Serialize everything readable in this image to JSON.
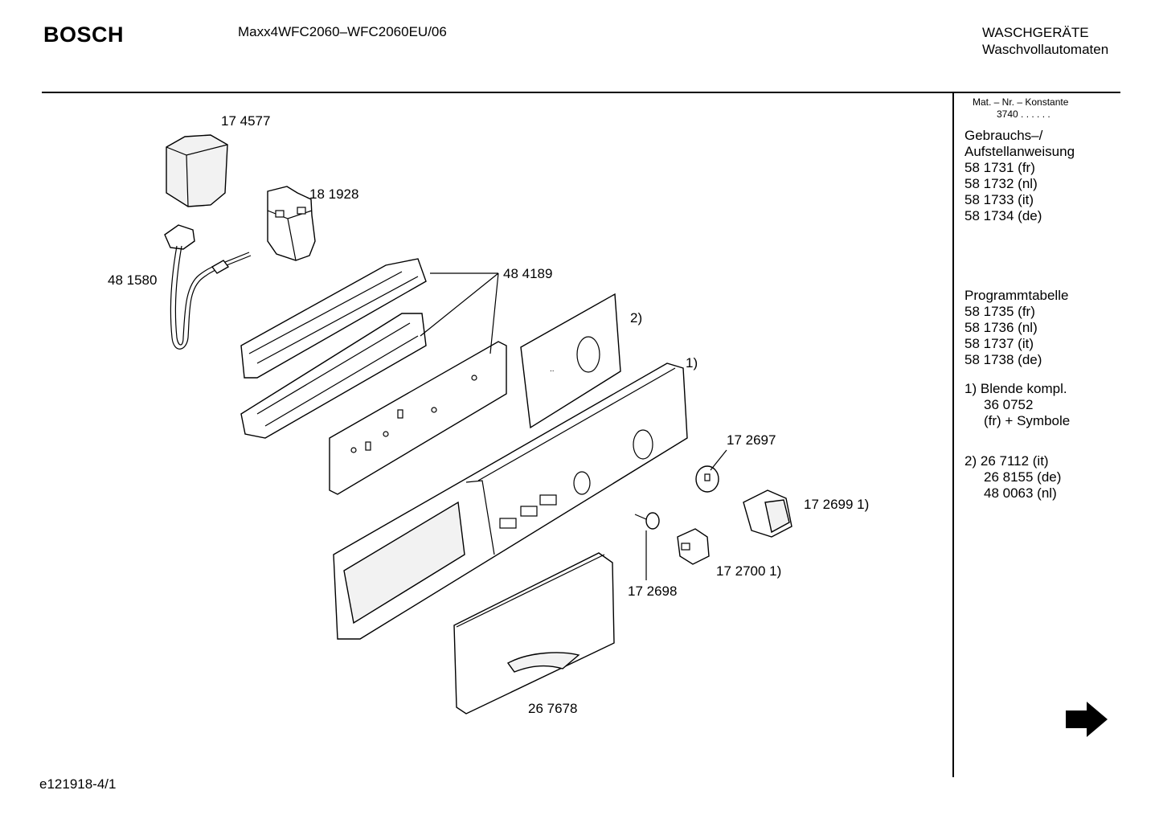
{
  "header": {
    "brand": "BOSCH",
    "model": "Maxx4WFC2060–WFC2060EU/06",
    "category_line1": "WASCHGERÄTE",
    "category_line2": "Waschvollautomaten"
  },
  "sidebar": {
    "mat_label": "Mat. – Nr. – Konstante",
    "mat_value": "3740 . . . . . .",
    "manual_title_1": "Gebrauchs–/",
    "manual_title_2": "Aufstellanweisung",
    "manual_items": [
      "58 1731 (fr)",
      "58 1732 (nl)",
      "58 1733 (it)",
      "58 1734 (de)"
    ],
    "program_title": "Programmtabelle",
    "program_items": [
      "58 1735 (fr)",
      "58 1736 (nl)",
      "58 1737 (it)",
      "58 1738 (de)"
    ],
    "note1_marker": "1)",
    "note1_line1": "Blende kompl.",
    "note1_line2": "36 0752",
    "note1_line3": "(fr) + Symbole",
    "note2_marker": "2)",
    "note2_line1": "26 7112 (it)",
    "note2_line2": "26 8155 (de)",
    "note2_line3": "48 0063 (nl)"
  },
  "parts": {
    "p174577": "17 4577",
    "p181928": "18 1928",
    "p481580": "48 1580",
    "p484189": "48 4189",
    "p2": "2)",
    "p1": "1)",
    "p172697": "17 2697",
    "p172699": "17 2699 1)",
    "p172698": "17 2698",
    "p172700": "17 2700 1)",
    "p267678": "26 7678"
  },
  "footer": {
    "code": "e121918-4/1"
  },
  "icons": [
    "arrow-right-icon"
  ]
}
